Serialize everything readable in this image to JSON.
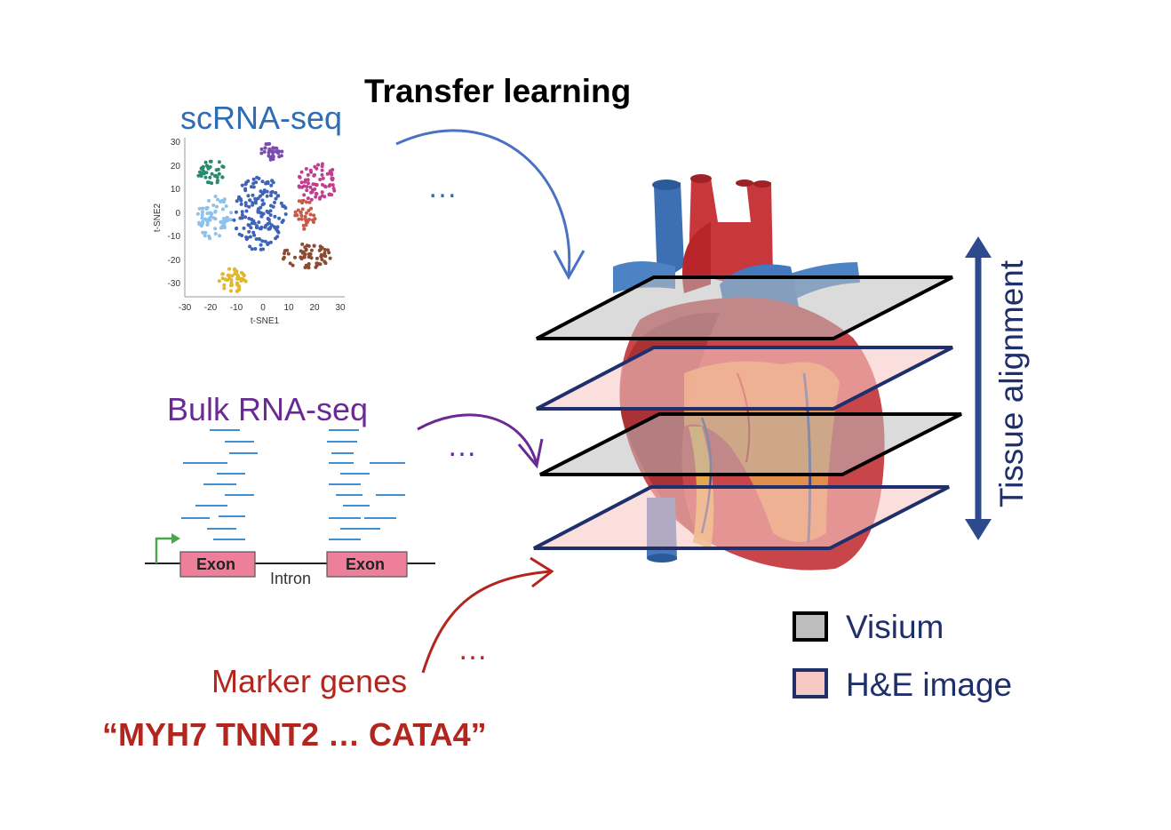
{
  "title": "Transfer learning",
  "scrna": {
    "label": "scRNA-seq",
    "plot": {
      "xlabel": "t-SNE1",
      "ylabel": "t-SNE2",
      "xticks": [
        "-30",
        "-20",
        "-10",
        "0",
        "10",
        "20",
        "30"
      ],
      "yticks": [
        "30",
        "20",
        "10",
        "0",
        "-10",
        "-20",
        "-30"
      ]
    }
  },
  "bulk": {
    "label": "Bulk RNA-seq",
    "exon1": "Exon",
    "exon2": "Exon",
    "intron": "Intron"
  },
  "marker": {
    "label": "Marker genes",
    "genes": "“MYH7 TNNT2 … CATA4”"
  },
  "ellipsis": "…",
  "tissue_label": "Tissue alignment",
  "legend": {
    "visium": "Visium",
    "he": "H&E image"
  },
  "colors": {
    "scrna": "#2e6db4",
    "bulk": "#6a2a93",
    "marker": "#b3261e",
    "navy": "#1f2f6b",
    "visium_fill": "#bdbdbd",
    "he_fill": "#f7c9c5",
    "exon_fill": "#ee7f9b"
  }
}
